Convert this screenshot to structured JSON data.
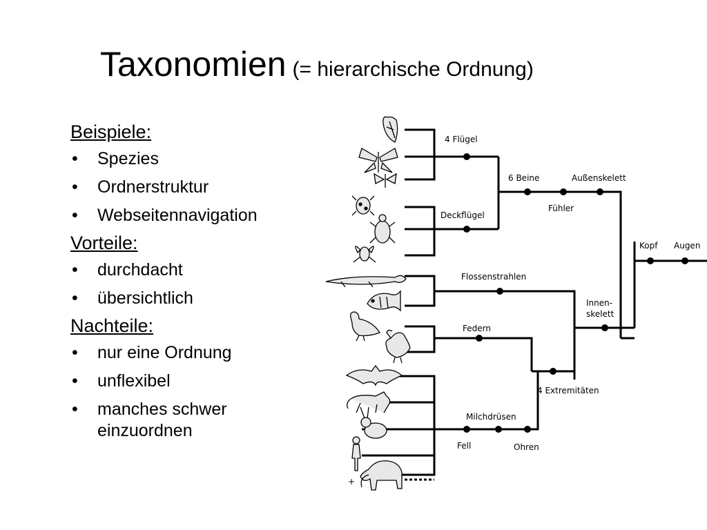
{
  "slide": {
    "title": "Taxonomien",
    "subtitle": "(= hierarchische Ordnung)"
  },
  "content": {
    "examples": {
      "heading": "Beispiele:",
      "items": [
        "Spezies",
        "Ordnerstruktur",
        "Webseitennavigation"
      ]
    },
    "advantages": {
      "heading": "Vorteile:",
      "items": [
        "durchdacht",
        "übersichtlich"
      ]
    },
    "disadvantages": {
      "heading": "Nachteile:",
      "items": [
        "nur eine Ordnung",
        "unflexibel",
        "manches schwer einzuordnen"
      ]
    }
  },
  "diagram": {
    "labels": {
      "vier_fluegel": "4 Flügel",
      "deckfluegel": "Deckflügel",
      "sechs_beine": "6 Beine",
      "fuehler": "Fühler",
      "aussenskelett": "Außenskelett",
      "kopf": "Kopf",
      "augen": "Augen",
      "flossenstrahlen": "Flossenstrahlen",
      "innenskelett_1": "Innen-",
      "innenskelett_2": "skelett",
      "federn": "Federn",
      "vier_extremitaeten": "4 Extremitäten",
      "milchdruesen": "Milchdrüsen",
      "fell": "Fell",
      "ohren": "Ohren"
    },
    "extinct_marker": "+",
    "animal_icons": [
      "butterfly-icon",
      "moth-icon",
      "small-moth-icon",
      "ladybug-icon",
      "beetle-icon",
      "fly-icon",
      "fish-long-icon",
      "fish-icon",
      "pigeon-icon",
      "chicken-icon",
      "bat-icon",
      "cat-icon",
      "rabbit-icon",
      "human-icon",
      "mammoth-icon"
    ]
  }
}
